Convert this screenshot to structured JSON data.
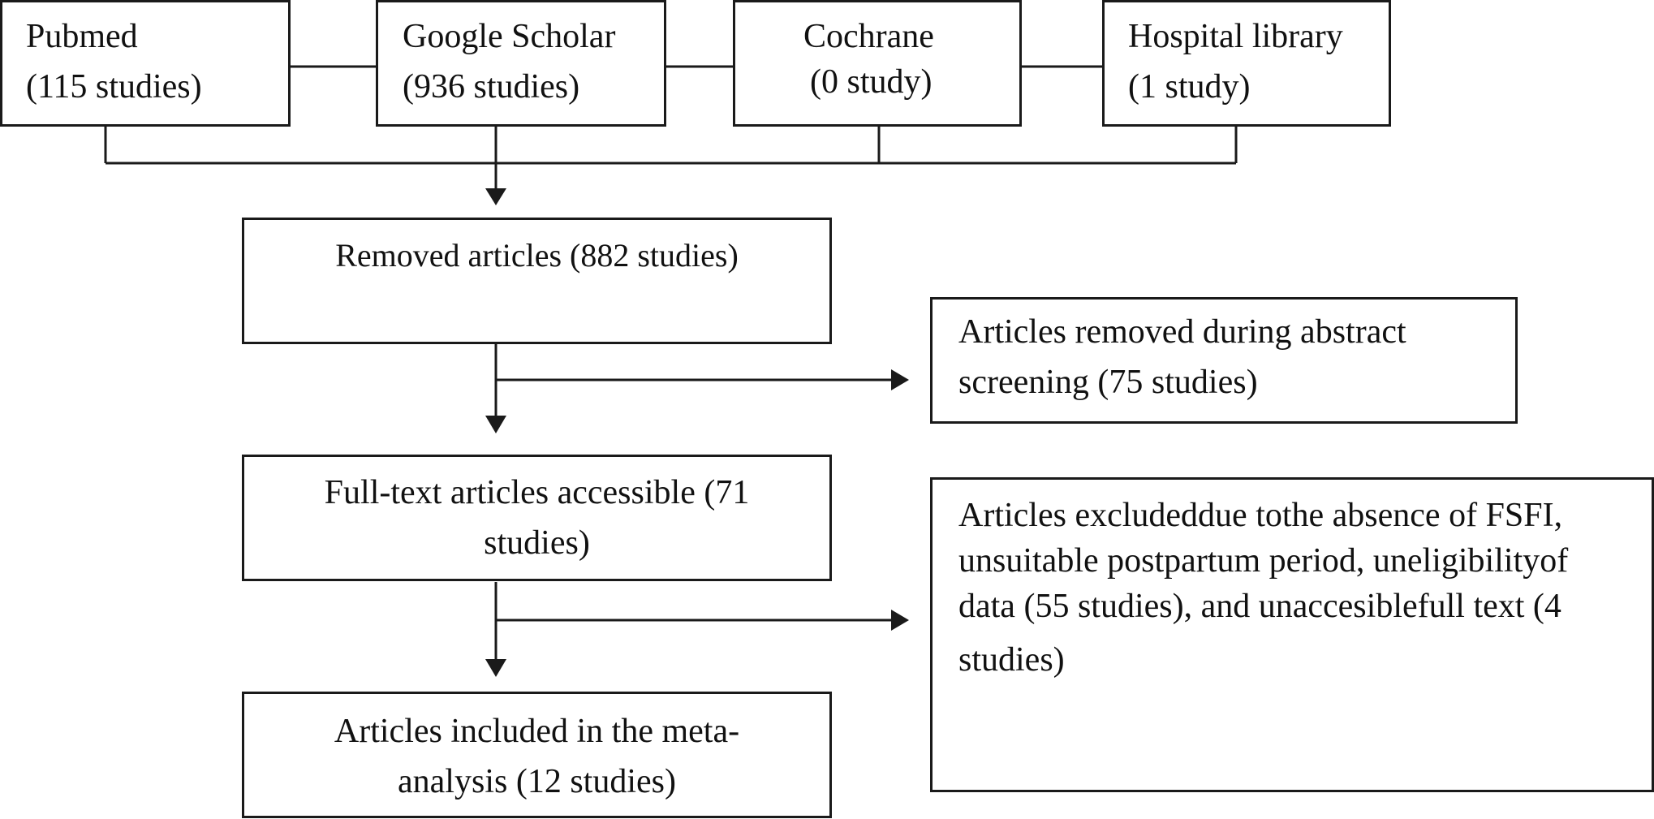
{
  "sources": {
    "pubmed": {
      "name": "Pubmed",
      "count": "(115 studies)"
    },
    "google": {
      "name": "Google Scholar",
      "count": "(936 studies)"
    },
    "cochrane": {
      "name": "Cochrane",
      "count": "(0 study)"
    },
    "hospital": {
      "name": "Hospital library",
      "count": "(1 study)"
    }
  },
  "flow": {
    "removed": {
      "line1": "Removed articles (882 studies)"
    },
    "fulltext": {
      "line1": "Full-text articles accessible (71",
      "line2": "studies)"
    },
    "included": {
      "line1": "Articles included in the meta-",
      "line2": "analysis (12 studies)"
    }
  },
  "exclusions": {
    "abstract": {
      "line1": "Articles removed during abstract",
      "line2": "screening (75 studies)"
    },
    "fsfi": {
      "line1": "Articles excludeddue tothe absence of FSFI,",
      "line2": "unsuitable postpartum period, uneligibilityof",
      "line3": "data (55 studies), and unaccesiblefull text (4",
      "line4": "studies)"
    }
  }
}
